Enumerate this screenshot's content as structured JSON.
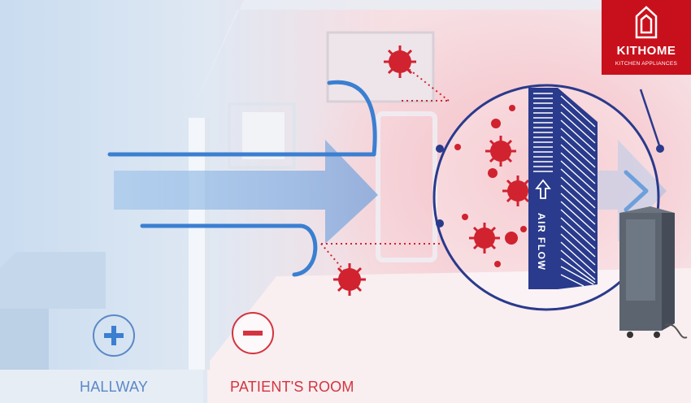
{
  "labels": {
    "hallway": "HALLWAY",
    "patient_room": "PATIENT'S ROOM",
    "air_flow": "AIR FLOW"
  },
  "logo": {
    "name": "KITHOME",
    "tagline": "KITCHEN APPLIANCES"
  },
  "symbols": {
    "hallway": "plus-icon",
    "room": "minus-icon"
  },
  "colors": {
    "airflow": "#3b7fd1",
    "filter": "#2a3a8c",
    "virus": "#d0232f",
    "logo": "#c8101c",
    "hallway_text": "#5b88c6",
    "room_text": "#d3343f"
  }
}
